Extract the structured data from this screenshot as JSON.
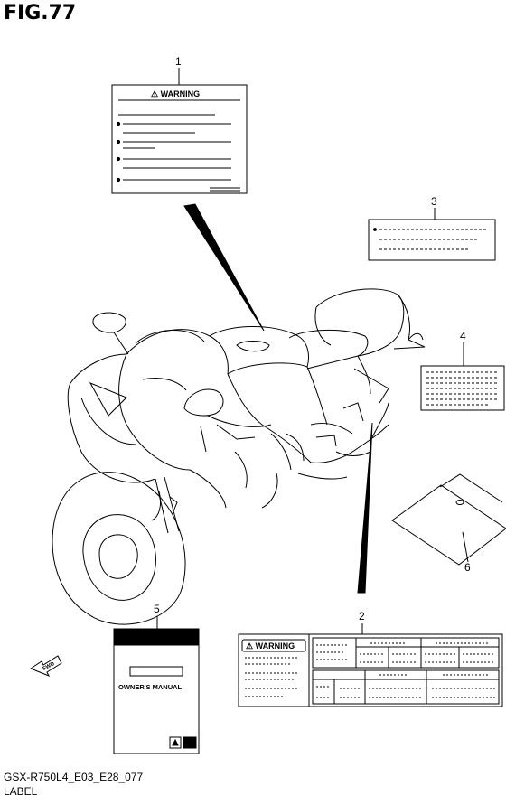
{
  "figure": {
    "title": "FIG.77",
    "model_code": "GSX-R750L4_E03_E28_077",
    "section": "LABEL"
  },
  "callouts": {
    "c1": "1",
    "c2": "2",
    "c3": "3",
    "c4": "4",
    "c5": "5",
    "c6": "6"
  },
  "labels": {
    "warning_label_1": {
      "heading": "⚠ WARNING"
    },
    "warning_label_2": {
      "heading": "⚠ WARNING"
    },
    "owners_manual": {
      "title": "OWNER'S MANUAL"
    },
    "fwd_arrow": {
      "text": "FWD"
    }
  }
}
